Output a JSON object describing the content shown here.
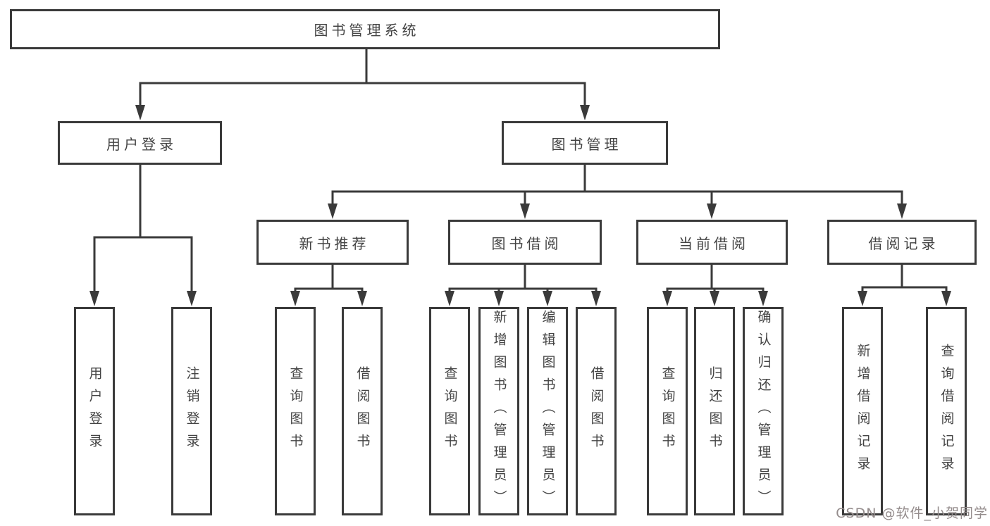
{
  "colors": {
    "line": "#3a3a3a",
    "text": "#434343",
    "watermark": "#948c8c",
    "background": "#ffffff"
  },
  "tree": {
    "root": {
      "label": "图书管理系统"
    },
    "level2": [
      {
        "label": "用户登录"
      },
      {
        "label": "图书管理"
      }
    ],
    "level3": [
      {
        "label": "新书推荐"
      },
      {
        "label": "图书借阅"
      },
      {
        "label": "当前借阅"
      },
      {
        "label": "借阅记录"
      }
    ],
    "leaves": {
      "user_login": [
        {
          "label": "用户登录"
        },
        {
          "label": "注销登录"
        }
      ],
      "new_book": [
        {
          "label": "查询图书"
        },
        {
          "label": "借阅图书"
        }
      ],
      "book_borrow": [
        {
          "label": "查询图书"
        },
        {
          "label": "新增图书（管理员）"
        },
        {
          "label": "编辑图书（管理员）"
        },
        {
          "label": "借阅图书"
        }
      ],
      "current_borrow": [
        {
          "label": "查询图书"
        },
        {
          "label": "归还图书"
        },
        {
          "label": "确认归还（管理员）"
        }
      ],
      "borrow_records": [
        {
          "label": "新增借阅记录"
        },
        {
          "label": "查询借阅记录"
        }
      ]
    }
  },
  "watermark": {
    "text": "CSDN @软件_小贺同学"
  }
}
